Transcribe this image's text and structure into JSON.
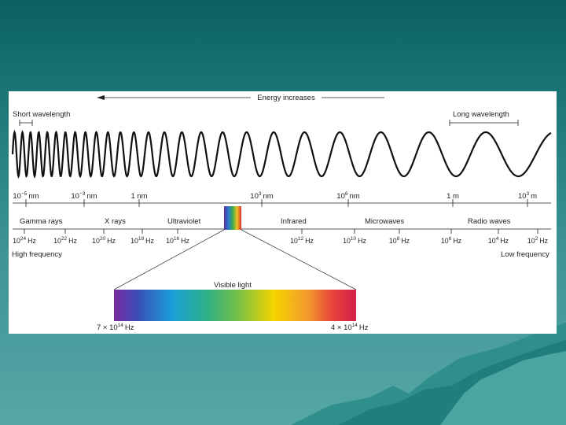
{
  "header": {
    "energy_label": "Energy increases",
    "short_wavelength": "Short wavelength",
    "long_wavelength": "Long wavelength"
  },
  "wavelength_ticks": [
    {
      "base": "10",
      "exp": "−5",
      "unit": "nm"
    },
    {
      "base": "10",
      "exp": "−3",
      "unit": "nm"
    },
    {
      "base": "",
      "exp": "",
      "unit": "1 nm"
    },
    {
      "base": "10",
      "exp": "3",
      "unit": "nm"
    },
    {
      "base": "10",
      "exp": "6",
      "unit": "nm"
    },
    {
      "base": "",
      "exp": "",
      "unit": "1 m"
    },
    {
      "base": "10",
      "exp": "3",
      "unit": "m"
    }
  ],
  "bands": {
    "gamma": "Gamma rays",
    "xrays": "X rays",
    "uv": "Ultraviolet",
    "ir": "Infrared",
    "micro": "Microwaves",
    "radio": "Radio waves"
  },
  "frequency_ticks": [
    {
      "base": "10",
      "exp": "24",
      "unit": "Hz"
    },
    {
      "base": "10",
      "exp": "22",
      "unit": "Hz"
    },
    {
      "base": "10",
      "exp": "20",
      "unit": "Hz"
    },
    {
      "base": "10",
      "exp": "18",
      "unit": "Hz"
    },
    {
      "base": "10",
      "exp": "16",
      "unit": "Hz"
    },
    {
      "base": "10",
      "exp": "12",
      "unit": "Hz"
    },
    {
      "base": "10",
      "exp": "10",
      "unit": "Hz"
    },
    {
      "base": "10",
      "exp": "8",
      "unit": "Hz"
    },
    {
      "base": "10",
      "exp": "6",
      "unit": "Hz"
    },
    {
      "base": "10",
      "exp": "4",
      "unit": "Hz"
    },
    {
      "base": "10",
      "exp": "2",
      "unit": "Hz"
    }
  ],
  "high_frequency": "High frequency",
  "low_frequency": "Low frequency",
  "visible": {
    "title": "Visible light",
    "left_base": "7 × 10",
    "left_exp": "14",
    "left_unit": "Hz",
    "right_base": "4 × 10",
    "right_exp": "14",
    "right_unit": "Hz"
  },
  "colors": {
    "panel": "#ffffff",
    "background_top": "#0b6060",
    "background_bottom": "#56a7a6",
    "wave": "#111111",
    "spectrum": [
      "#7a2aa0",
      "#3a4fb8",
      "#1aa0d8",
      "#2bb08a",
      "#7cc242",
      "#f4d400",
      "#f39a2c",
      "#e8453c",
      "#d21f4a"
    ]
  }
}
